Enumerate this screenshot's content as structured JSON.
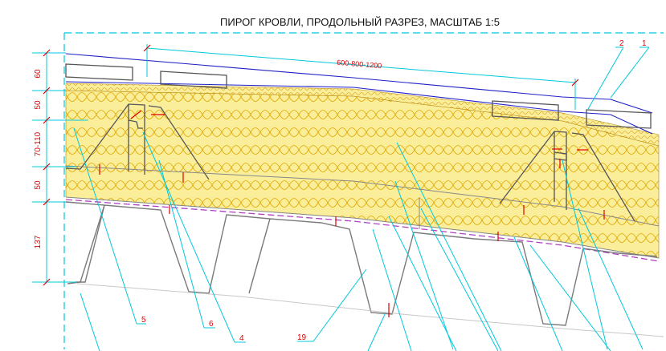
{
  "title": "ПИРОГ КРОВЛИ, ПРОДОЛЬНЫЙ РАЗРЕЗ, МАСШТАБ 1:5",
  "dimensions": {
    "d1": "60",
    "d2": "50",
    "d3": "70-110",
    "d4": "50",
    "d5": "137",
    "spacing": "600-800-1200"
  },
  "callouts": {
    "c1": "1",
    "c2": "2",
    "c4": "4",
    "c5": "5",
    "c6": "6",
    "c19": "19"
  },
  "colors": {
    "insulation": "#fbee9a",
    "insulation_line": "#e0a800",
    "leader": "#00c8dc",
    "dimension": "#e00000",
    "membrane": "#2020c8",
    "profile": "#7a7a7a",
    "frame": "#00c8dc"
  }
}
